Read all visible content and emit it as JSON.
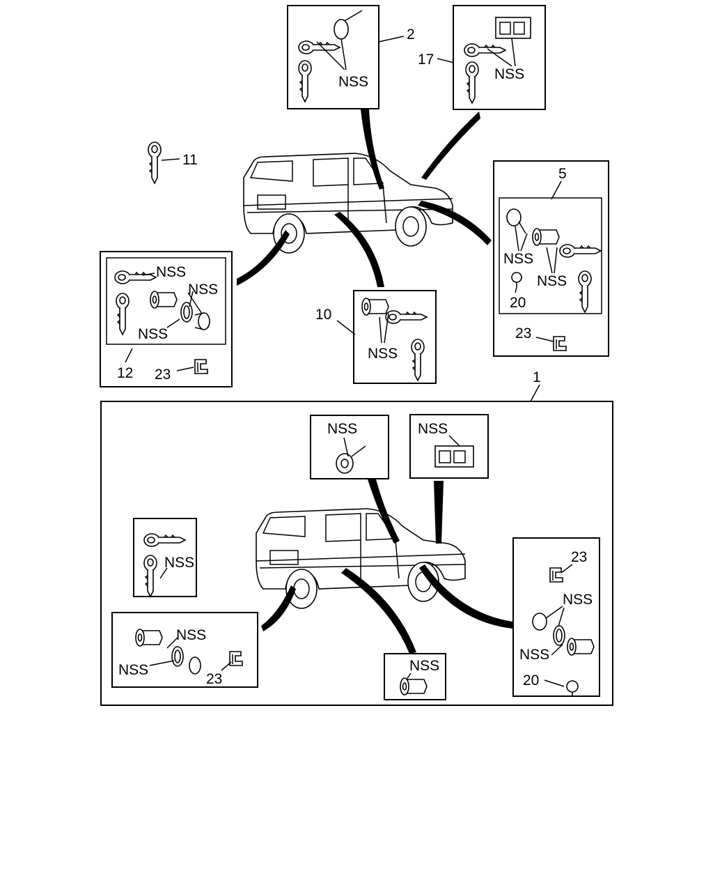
{
  "labels": {
    "nss": "NSS",
    "c1": "1",
    "c2": "2",
    "c5": "5",
    "c10": "10",
    "c11": "11",
    "c12": "12",
    "c17": "17",
    "c20": "20",
    "c23": "23"
  },
  "icons": [
    "vehicle-rear-three-quarter",
    "key-icon",
    "lock-cylinder-icon",
    "switch-housing-icon",
    "retainer-clip-icon",
    "gasket-ring-icon"
  ]
}
